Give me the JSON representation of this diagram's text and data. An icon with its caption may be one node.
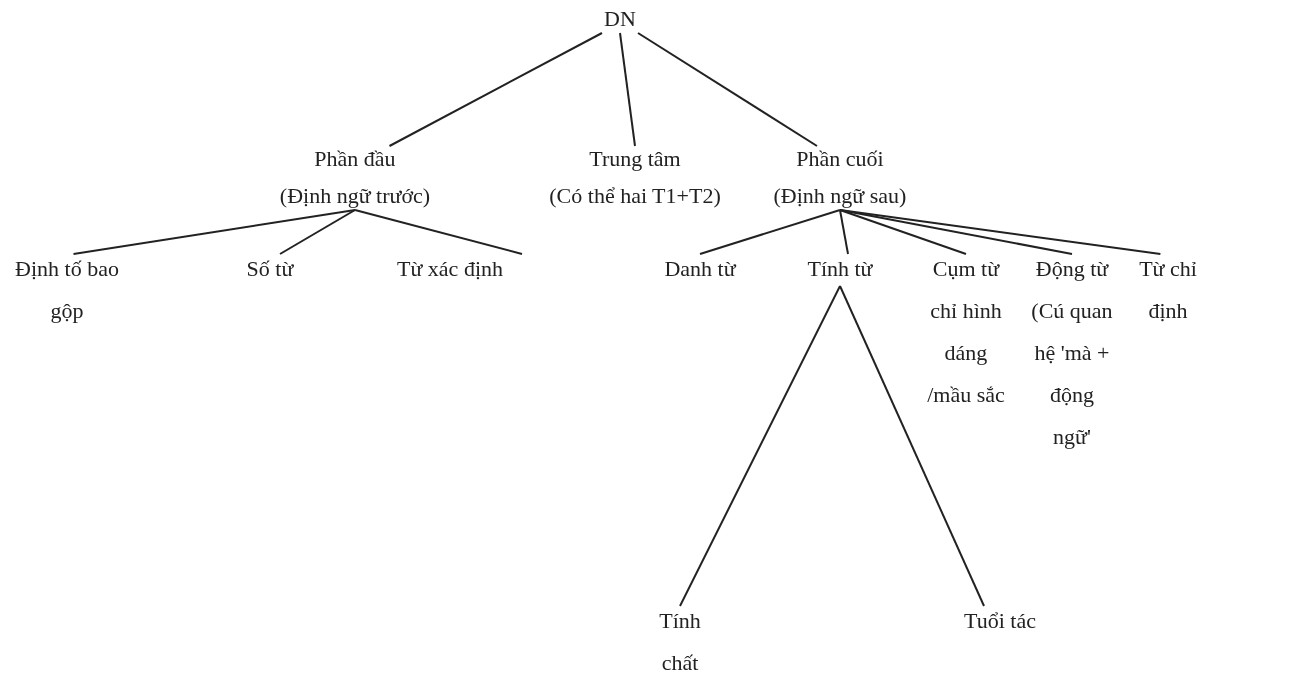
{
  "diagram": {
    "nodes": [
      {
        "text": [
          "DN"
        ]
      },
      {
        "text": [
          "Phần đầu",
          "(Định ngữ trước)"
        ]
      },
      {
        "text": [
          "Trung tâm",
          "(Có thể hai T1+T2)"
        ]
      },
      {
        "text": [
          "Phần cuối",
          "(Định ngữ sau)"
        ]
      },
      {
        "text": [
          "Định tố bao gộp"
        ]
      },
      {
        "text": [
          "Số từ"
        ]
      },
      {
        "text": [
          "Từ xác định"
        ]
      },
      {
        "text": [
          "Danh từ"
        ]
      },
      {
        "text": [
          "Tính từ"
        ]
      },
      {
        "text": [
          "Cụm từ chỉ hình dáng /mầu sắc"
        ]
      },
      {
        "text": [
          "Động từ (Cú quan hệ 'mà + động ngữ'"
        ]
      },
      {
        "text": [
          "Từ chỉ định"
        ]
      },
      {
        "text": [
          "Tính chất"
        ]
      },
      {
        "text": [
          "Tuổi tác"
        ]
      }
    ],
    "edges": [
      {
        "from": 0,
        "to": 1,
        "arrow": "none"
      },
      {
        "from": 0,
        "to": 2,
        "arrow": "none"
      },
      {
        "from": 0,
        "to": 3,
        "arrow": "none"
      },
      {
        "from": 1,
        "to": 4,
        "arrow": "none"
      },
      {
        "from": 1,
        "to": 5,
        "arrow": "none"
      },
      {
        "from": 1,
        "to": 6,
        "arrow": "none"
      },
      {
        "from": 3,
        "to": 7,
        "arrow": "none"
      },
      {
        "from": 3,
        "to": 8,
        "arrow": "none"
      },
      {
        "from": 3,
        "to": 9,
        "arrow": "none"
      },
      {
        "from": 3,
        "to": 10,
        "arrow": "none"
      },
      {
        "from": 3,
        "to": 11,
        "arrow": "none"
      },
      {
        "from": 8,
        "to": 12,
        "arrow": "none"
      },
      {
        "from": 8,
        "to": 13,
        "arrow": "none"
      }
    ]
  }
}
